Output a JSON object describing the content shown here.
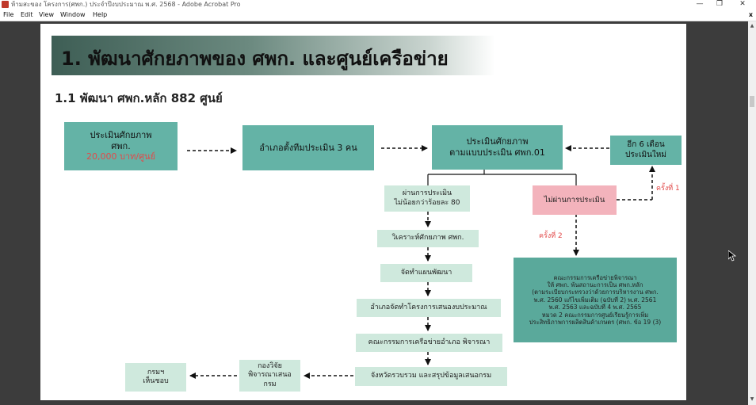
{
  "window": {
    "title": "ห้ามสะของ โครงการ(ศพก.) ประจำปีงบประมาณ พ.ศ. 2568 - Adobe Acrobat Pro",
    "minimize": "—",
    "restore": "❐",
    "close": "✕"
  },
  "menu": [
    "File",
    "Edit",
    "View",
    "Window",
    "Help"
  ],
  "menu_close": "x",
  "slide": {
    "banner": "1. พัฒนาศักยภาพของ ศพก. และศูนย์เครือข่าย",
    "subtitle": "1.1 พัฒนา ศพก.หลัก 882 ศูนย์",
    "box_assess": [
      "ประเมินศักยภาพ",
      "ศพก."
    ],
    "box_assess_red": "20,000 บาท/ศูนย์",
    "box_team": "อำเภอตั้งทีมประเมิน 3 คน",
    "box_form": [
      "ประเมินศักยภาพ",
      "ตามแบบประเมิน ศพก.01"
    ],
    "box_reassess": [
      "อีก 6 เดือน",
      "ประเมินใหม่"
    ],
    "box_pass": [
      "ผ่านการประเมิน",
      "ไม่น้อยกว่าร้อยละ 80"
    ],
    "box_fail": "ไม่ผ่านการประเมิน",
    "label_first": "ครั้งที่ 1",
    "label_second": "ครั้งที่ 2",
    "step_analyze": "วิเคราะห์ศักยภาพ ศพก.",
    "step_plan": "จัดทำแผนพัฒนา",
    "step_project": "อำเภอจัดทำโครงการเสนองบประมาณ",
    "step_committee": "คณะกรรมการเครือข่ายอำเภอ พิจารณา",
    "step_province": "จังหวัดรวบรวม และสรุปข้อมูลเสนอกรม",
    "box_division": [
      "กองวิจัย",
      "พิจารณาเสนอ",
      "กรม"
    ],
    "box_dept": [
      "กรมฯ",
      "เห็นชอบ"
    ],
    "box_committee_note": [
      "คณะกรรมการเครือข่ายพิจารณา",
      "ให้ ศพก. พ้นสถานะการเป็น ศพก.หลัก",
      "(ตามระเบียบกระทรวงว่าด้วยการบริหารงาน ศพก.",
      "พ.ศ. 2560 แก้ไขเพิ่มเติม (ฉบับที่ 2) พ.ศ. 2561",
      "พ.ศ. 2563 และฉบับที่ 4 พ.ศ. 2565",
      "หมวด 2 คณะกรรมการศูนย์เรียนรู้การเพิ่ม",
      "ประสิทธิภาพการผลิตสินค้าเกษตร (ศพก. ข้อ 19 (3)"
    ]
  },
  "colors": {
    "teal": "#64b3a6",
    "mint": "#cfe9dd",
    "pink": "#f3b3bc",
    "red_text": "#e24a4a"
  }
}
